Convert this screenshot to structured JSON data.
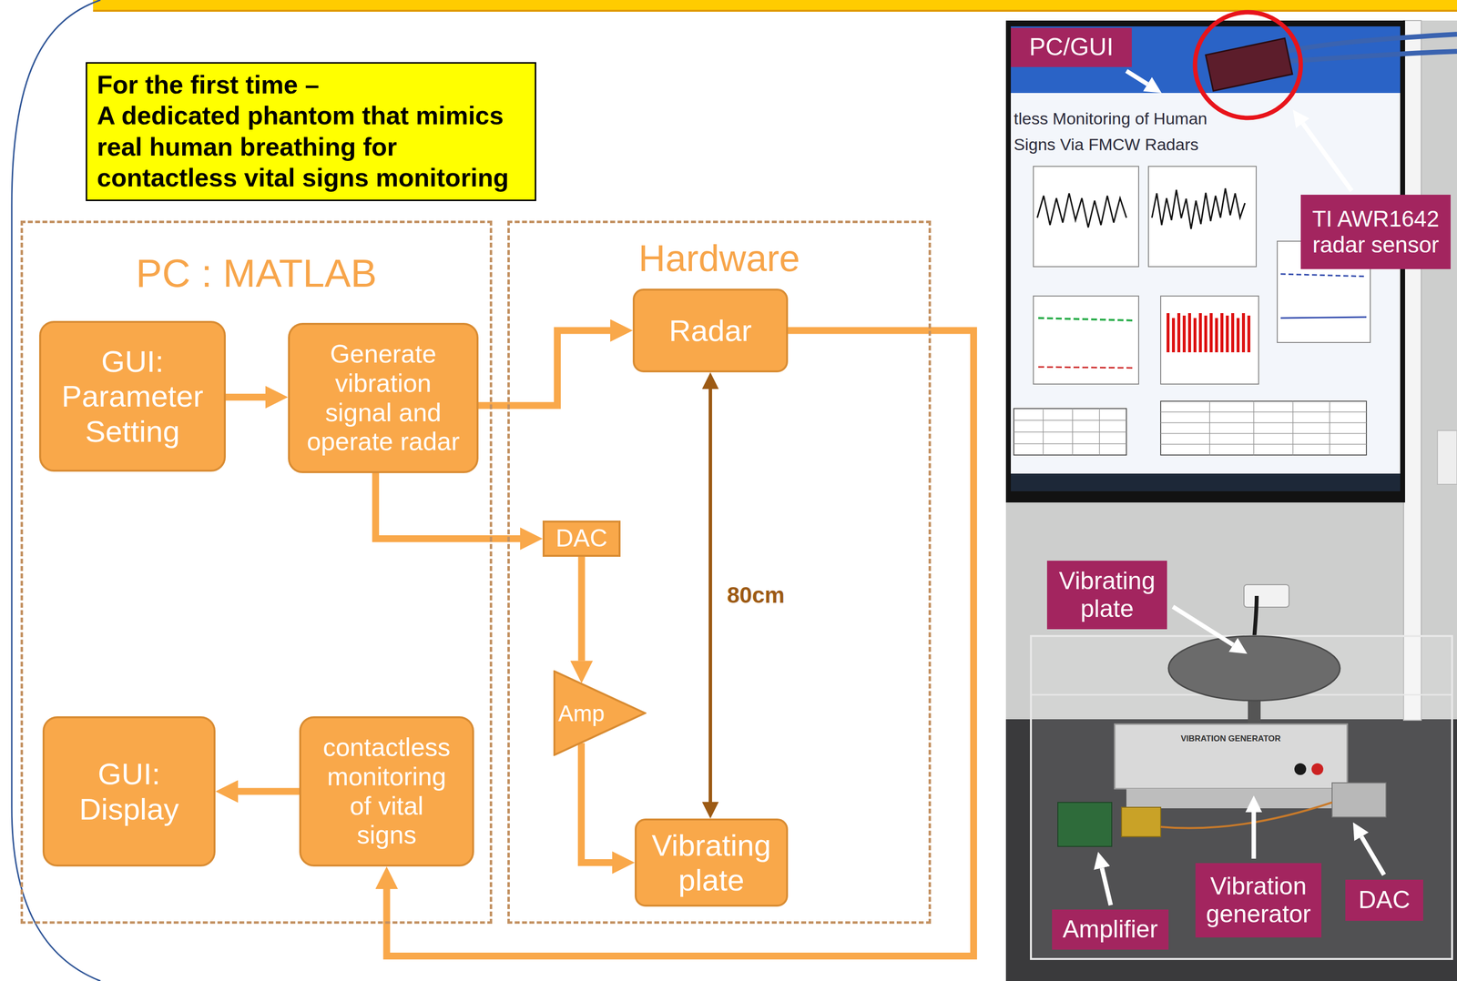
{
  "diagram": {
    "nodes": [
      {
        "text": [
          "For the first time –",
          "A dedicated phantom that mimics real human breathing for contactless vital signs monitoring"
        ]
      },
      {
        "text": [
          "PC : MATLAB"
        ]
      },
      {
        "text": [
          "GUI: Parameter Setting"
        ],
        "in": 1
      },
      {
        "text": [
          "Generate vibration signal and operate radar"
        ],
        "in": 1
      },
      {
        "text": [
          "GUI: Display"
        ],
        "in": 1
      },
      {
        "text": [
          "contactless monitoring of vital signs"
        ],
        "in": 1
      },
      {
        "text": [
          "Hardware"
        ]
      },
      {
        "text": [
          "Radar"
        ],
        "in": 6
      },
      {
        "text": [
          "DAC"
        ],
        "in": 6
      },
      {
        "text": [
          "Amp"
        ],
        "in": 6
      },
      {
        "text": [
          "Vibrating plate"
        ],
        "in": 6
      },
      {
        "text": [
          "PC/GUI"
        ]
      },
      {
        "text": [
          "TI AWR1642 radar sensor"
        ]
      },
      {
        "text": [
          "Vibrating plate"
        ]
      },
      {
        "text": [
          "Amplifier"
        ]
      },
      {
        "text": [
          "Vibration generator"
        ]
      },
      {
        "text": [
          "DAC"
        ]
      }
    ],
    "edges": [
      {
        "from": 2,
        "to": 3,
        "arrow": "to"
      },
      {
        "from": 3,
        "to": 7,
        "arrow": "to"
      },
      {
        "from": 3,
        "to": 8,
        "arrow": "to"
      },
      {
        "from": 8,
        "to": 9,
        "arrow": "to"
      },
      {
        "from": 9,
        "to": 10,
        "arrow": "to"
      },
      {
        "from": 7,
        "to": 10,
        "label": "80cm",
        "arrow": "both"
      },
      {
        "from": 7,
        "to": 5,
        "arrow": "to"
      },
      {
        "from": 5,
        "to": 4,
        "arrow": "to"
      }
    ],
    "labels": [
      "tless Monitoring of Human",
      "Signs Via FMCW Radars",
      "VIBRATION GENERATOR"
    ]
  }
}
